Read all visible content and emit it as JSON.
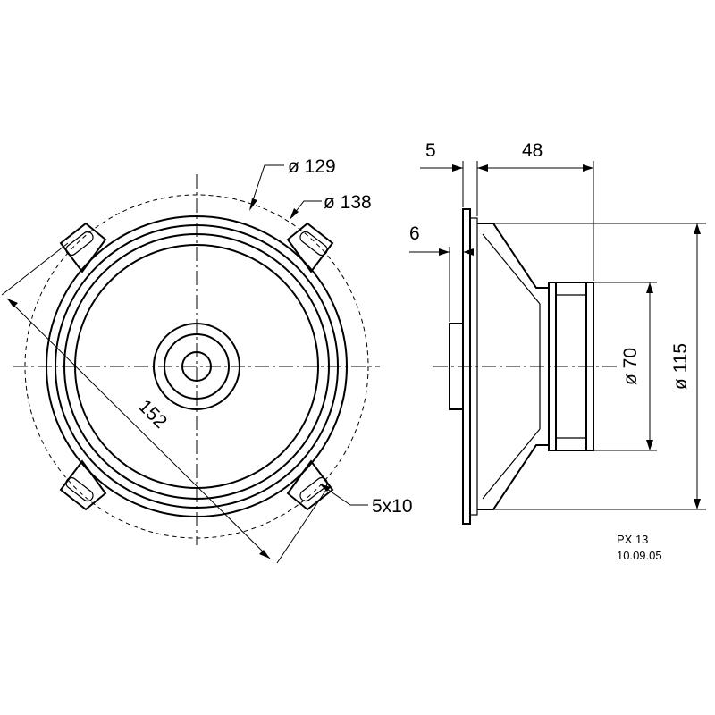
{
  "front_view": {
    "dim_inner_diameter": "ø 129",
    "dim_outer_diameter": "ø 138",
    "dim_diagonal": "152",
    "dim_mount_hole": "5x10"
  },
  "side_view": {
    "dim_flange": "5",
    "dim_depth": "48",
    "dim_dustcap": "6",
    "dim_magnet": "ø 70",
    "dim_body": "ø 115"
  },
  "title_block": {
    "model": "PX 13",
    "date": "10.09.05"
  }
}
